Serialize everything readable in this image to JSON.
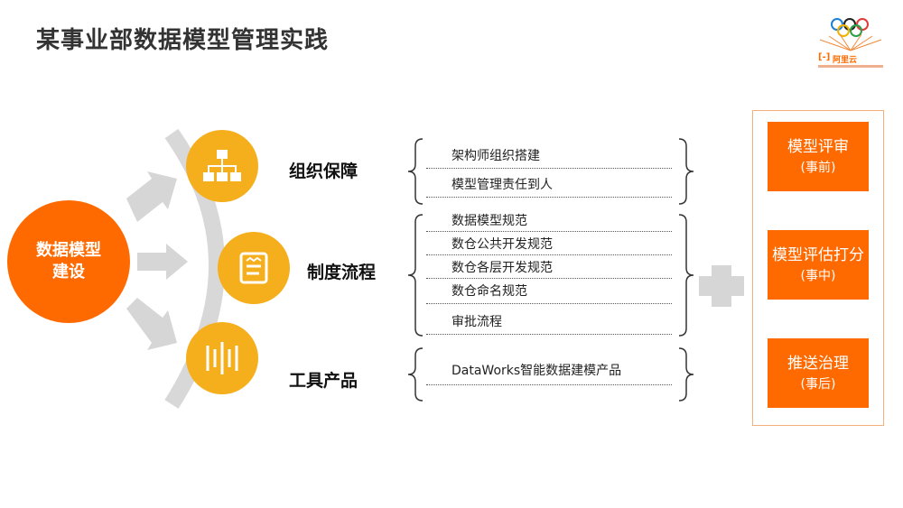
{
  "title": "某事业部数据模型管理实践",
  "logo": {
    "text": "阿里云"
  },
  "center": {
    "line1": "数据模型",
    "line2": "建设"
  },
  "categories": [
    {
      "label": "组织保障",
      "items": [
        "架构师组织搭建",
        "模型管理责任到人"
      ]
    },
    {
      "label": "制度流程",
      "items": [
        "数据模型规范",
        "数仓公共开发规范",
        "数仓各层开发规范",
        "数仓命名规范",
        "审批流程"
      ]
    },
    {
      "label": "工具产品",
      "items": [
        "DataWorks智能数据建模产品"
      ]
    }
  ],
  "stages": [
    {
      "main": "模型评审",
      "sub": "(事前)"
    },
    {
      "main": "模型评估打分",
      "sub": "(事中)"
    },
    {
      "main": "推送治理",
      "sub": "(事后)"
    }
  ],
  "colors": {
    "accent": "#ff6a00",
    "yellow": "#f5ae1c",
    "arrow": "#d6d6d6"
  }
}
